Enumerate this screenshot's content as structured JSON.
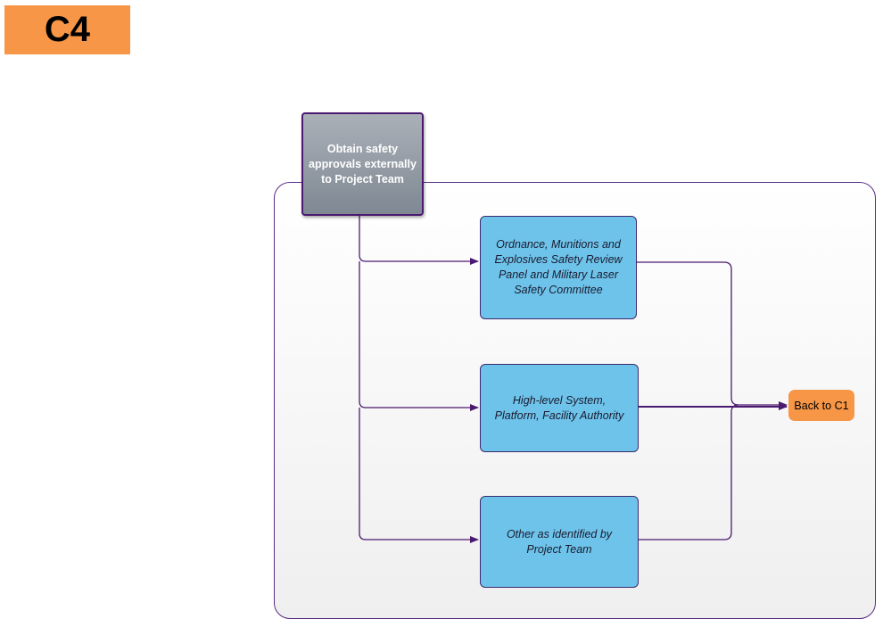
{
  "badge": {
    "label": "C4"
  },
  "start_node": {
    "label": "Obtain safety approvals externally to Project Team"
  },
  "branches": [
    {
      "label": "Ordnance, Munitions and Explosives Safety Review Panel and Military Laser Safety Committee"
    },
    {
      "label": "High-level System, Platform, Facility Authority"
    },
    {
      "label": "Other as identified by Project Team"
    }
  ],
  "end_node": {
    "label": "Back to C1"
  },
  "colors": {
    "badge": "#f79646",
    "start_node": "#8a929c",
    "branch_node": "#6ec3ea",
    "connector": "#4b1a70",
    "end_node": "#f79646"
  }
}
